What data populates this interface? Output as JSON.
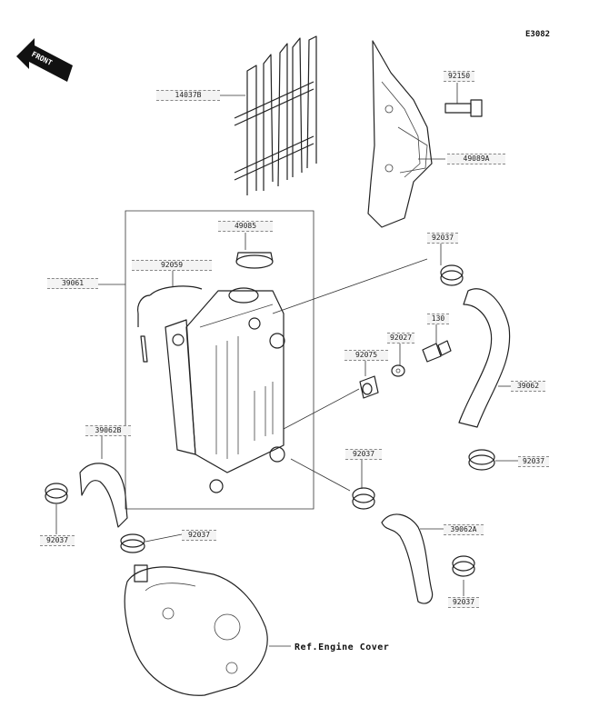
{
  "diagram_code": "E3082",
  "front_label": "FRONT",
  "ref_label": "Ref.Engine Cover",
  "parts": {
    "guard": "14037B",
    "shroud_bolt": "92150",
    "shroud": "49089A",
    "cap": "49085",
    "clamp_top": "92037",
    "breather_hose": "92059",
    "radiator_assy": "39061",
    "bolt": "130",
    "washer": "92027",
    "grommet": "92075",
    "hose_right": "39062",
    "clamp_right": "92037",
    "hose_left": "39062B",
    "clamp_mid": "92037",
    "clamp_left": "92037",
    "clamp_lower": "92037",
    "hose_lower": "39062A",
    "clamp_bottom": "92037"
  }
}
